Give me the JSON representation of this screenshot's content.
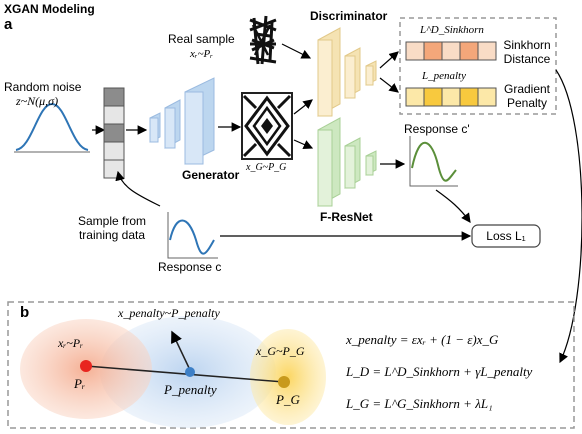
{
  "panel_a": {
    "title": "XGAN Modeling",
    "label": "a",
    "random_noise_label": "Random noise",
    "noise_formula": "z~N(μ,σ)",
    "real_sample_label": "Real sample",
    "real_formula": "xᵣ~Pᵣ",
    "generated_formula": "x_G~P_G",
    "generator_label": "Generator",
    "discriminator_label": "Discriminator",
    "fresnet_label": "F-ResNet",
    "l_sinkhorn_symbol": "L^D_Sinkhorn",
    "l_penalty_symbol": "L_penalty",
    "sinkhorn_distance_label": [
      "Sinkhorn",
      "Distance"
    ],
    "gradient_penalty_label": [
      "Gradient",
      "Penalty"
    ],
    "response_c_prime_label": "Response c'",
    "sample_from_label": [
      "Sample from",
      "training data"
    ],
    "response_c_label": "Response c",
    "loss_label": "Loss L₁"
  },
  "panel_b": {
    "label": "b",
    "x_penalty_label": "x_penalty~P_penalty",
    "x_r_label": "xᵣ~Pᵣ",
    "x_g_label": "x_G~P_G",
    "p_r_label": "Pᵣ",
    "p_penalty_label": "P_penalty",
    "p_g_label": "P_G",
    "eq1": "x_penalty = εxᵣ + (1 − ε)x_G",
    "eq2": "L_D = L^D_Sinkhorn + γL_penalty",
    "eq3": "L_G = L^G_Sinkhorn + λL₁"
  },
  "colors": {
    "generator_blue": "#bcd6ef",
    "discriminator_yellow": "#f5e3b3",
    "fresnet_green": "#cde8c0",
    "sinkhorn_orange": "#f7c59f",
    "penalty_yellow": "#fbd97a",
    "curve_blue": "#2e75b6",
    "curve_green": "#5b8f3a",
    "red_dot": "#e8251f",
    "blue_dot": "#3d7fc6",
    "gold_dot": "#c89a1c"
  }
}
